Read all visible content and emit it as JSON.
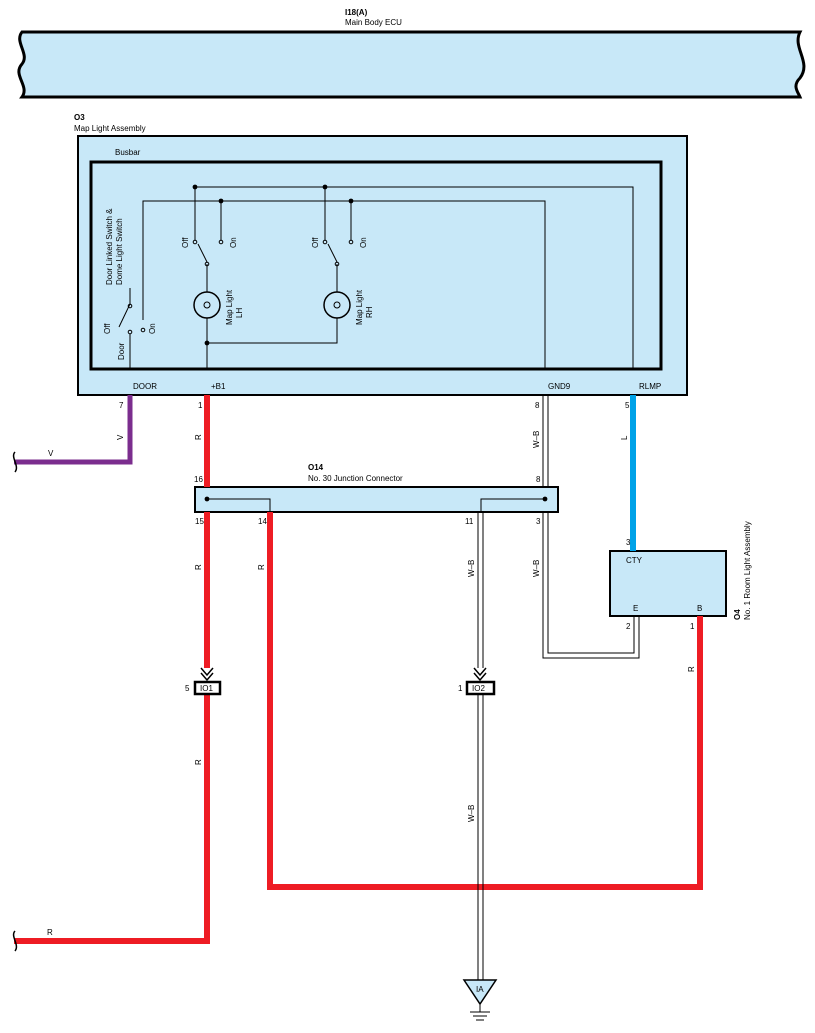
{
  "ecu": {
    "id": "I18(A)",
    "name": "Main Body ECU"
  },
  "map_light_assembly": {
    "id": "O3",
    "name": "Map Light Assembly",
    "busbar_label": "Busbar"
  },
  "switches": {
    "door_switch_name_line1": "Door Linked Switch &",
    "door_switch_name_line2": "Dome Light Switch",
    "off": "Off",
    "on": "On",
    "door": "Door"
  },
  "map_light_lh": {
    "line1": "Map Light",
    "line2": "LH"
  },
  "map_light_rh": {
    "line1": "Map Light",
    "line2": "RH"
  },
  "terminals": {
    "door": "DOOR",
    "b1": "+B1",
    "gnd9": "GND9",
    "rlmp": "RLMP"
  },
  "pins": {
    "o3_door": "7",
    "o3_b1": "1",
    "o3_gnd9": "8",
    "o3_rlmp": "5",
    "o14_16": "16",
    "o14_8": "8",
    "o14_15": "15",
    "o14_14": "14",
    "o14_11": "11",
    "o14_3": "3",
    "o4_3": "3",
    "o4_2": "2",
    "o4_1": "1",
    "io1": "5",
    "io2": "1"
  },
  "wire_colors": {
    "v": "V",
    "r": "R",
    "wb": "W–B",
    "l": "L"
  },
  "junction": {
    "id": "O14",
    "name": "No.  30 Junction Connector"
  },
  "room_light": {
    "id": "O4",
    "name": "No.  1 Room Light Assembly",
    "cty": "CTY",
    "e": "E",
    "b": "B"
  },
  "connectors": {
    "io1": "IO1",
    "io2": "IO2"
  },
  "ground": {
    "label": "IA"
  },
  "colors": {
    "fill": "#c8e8f8",
    "red": "#ee1c24",
    "purple": "#7b2d8e",
    "blue": "#00a2e8"
  }
}
